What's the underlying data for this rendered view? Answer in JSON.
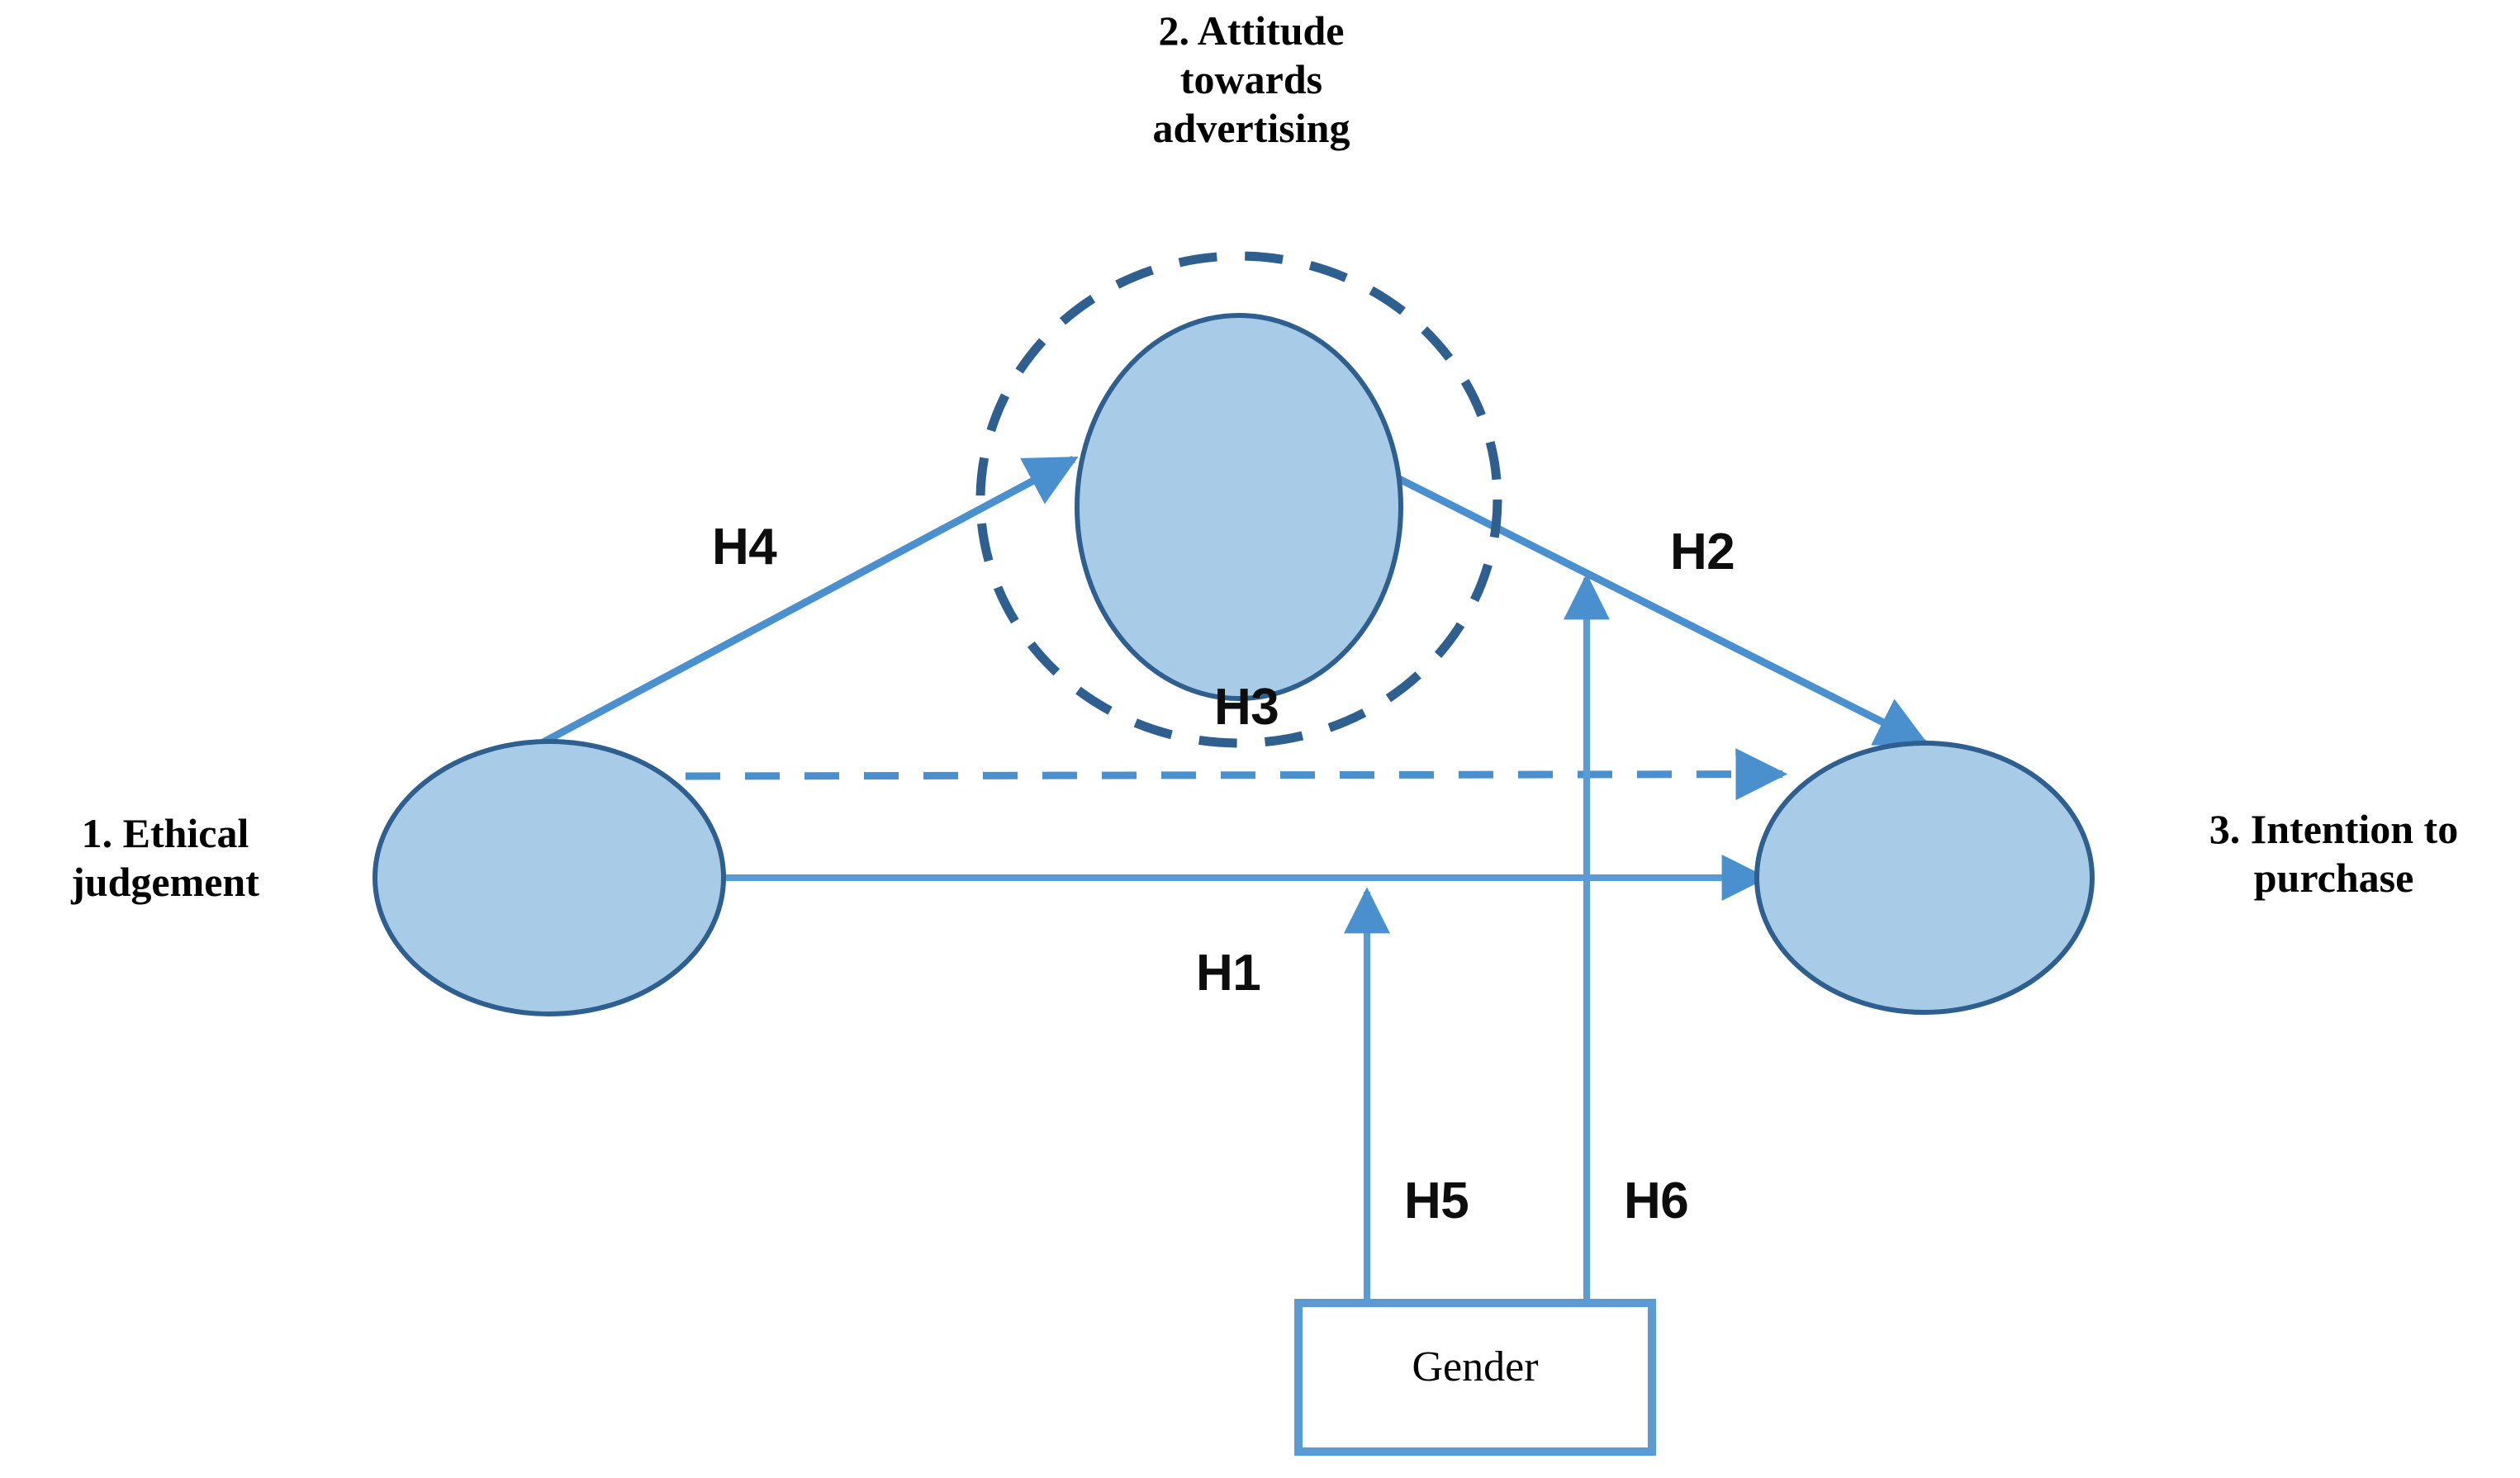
{
  "diagram": {
    "type": "conceptual-model",
    "background_color": "#ffffff",
    "colors": {
      "node_fill": "#a8cce8",
      "node_stroke": "#2e5f8f",
      "connector": "#4a90cf",
      "moderator_border": "#5b9bd5",
      "text": "#000000"
    },
    "nodes": [
      {
        "id": "ethical-judgement",
        "label": "1. Ethical\njudgement",
        "shape": "ellipse",
        "role": "independent-variable"
      },
      {
        "id": "attitude-advertising",
        "label": "2. Attitude\ntowards\nadvertising",
        "shape": "ellipse",
        "role": "mediator",
        "has_dashed_outline": true
      },
      {
        "id": "intention-purchase",
        "label": "3. Intention to\npurchase",
        "shape": "ellipse",
        "role": "dependent-variable"
      },
      {
        "id": "gender",
        "label": "Gender",
        "shape": "rectangle",
        "role": "moderator"
      }
    ],
    "paths": [
      {
        "id": "H1",
        "label": "H1",
        "from": "ethical-judgement",
        "to": "intention-purchase",
        "style": "solid"
      },
      {
        "id": "H2",
        "label": "H2",
        "from": "attitude-advertising",
        "to": "intention-purchase",
        "style": "solid"
      },
      {
        "id": "H3",
        "label": "H3",
        "from": "ethical-judgement",
        "to": "intention-purchase",
        "style": "dashed"
      },
      {
        "id": "H4",
        "label": "H4",
        "from": "ethical-judgement",
        "to": "attitude-advertising",
        "style": "solid"
      },
      {
        "id": "H5",
        "label": "H5",
        "from": "gender",
        "to": "H1",
        "style": "solid"
      },
      {
        "id": "H6",
        "label": "H6",
        "from": "gender",
        "to": "H2",
        "style": "solid"
      }
    ]
  }
}
